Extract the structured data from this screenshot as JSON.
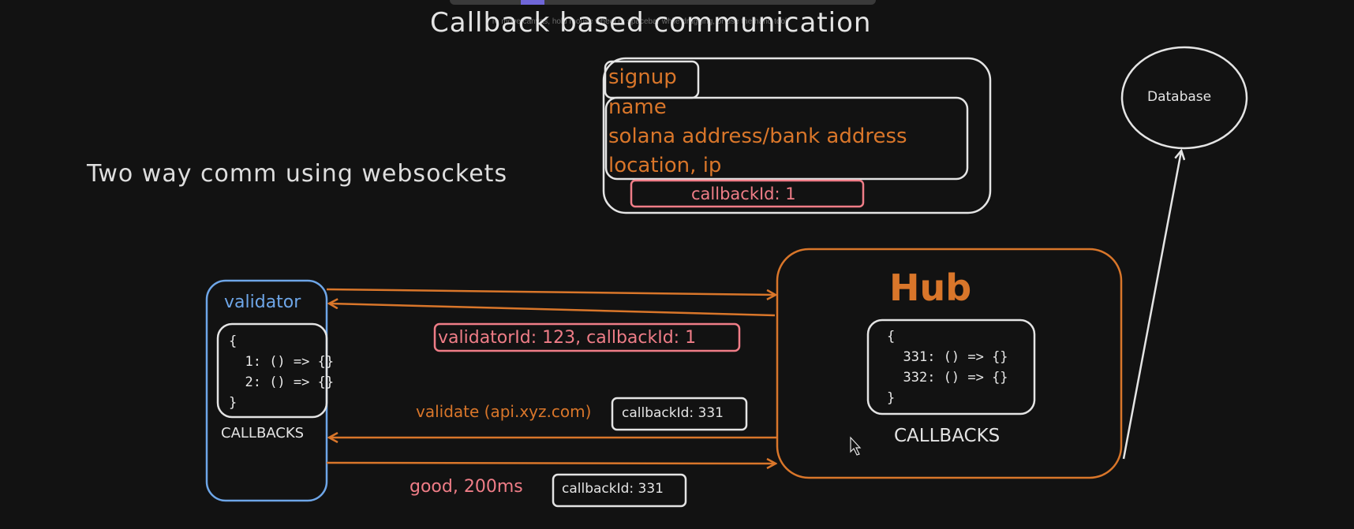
{
  "hint_text": "To move canvas, hold mouse wheel or spacebar while dragging, or use the hand tool",
  "title": "Callback based communication",
  "subtitle": "Two way comm using websockets",
  "signup_box": {
    "label": "signup",
    "fields": [
      "name",
      "solana address/bank address",
      "location, ip"
    ],
    "callback_tag": "callbackId: 1"
  },
  "database": {
    "label": "Database"
  },
  "validator": {
    "title": "validator",
    "callbacks_open": "{",
    "callbacks_items": [
      "1: () => {}",
      "2: () => {}"
    ],
    "callbacks_close": "}",
    "callbacks_label": "CALLBACKS"
  },
  "hub": {
    "title": "Hub",
    "callbacks_open": "{",
    "callbacks_items": [
      "331: () => {}",
      "332: () => {}"
    ],
    "callbacks_close": "}",
    "callbacks_label": "CALLBACKS"
  },
  "messages": {
    "register": "validatorId: 123, callbackId: 1",
    "validate": "validate (api.xyz.com)",
    "validate_tag": "callbackId: 331",
    "response": "good, 200ms",
    "response_tag": "callbackId: 331"
  },
  "colors": {
    "background": "#121212",
    "orange": "#d9762a",
    "pink": "#ef7d87",
    "blue": "#6ea6e8",
    "white": "#e4e4e4"
  }
}
